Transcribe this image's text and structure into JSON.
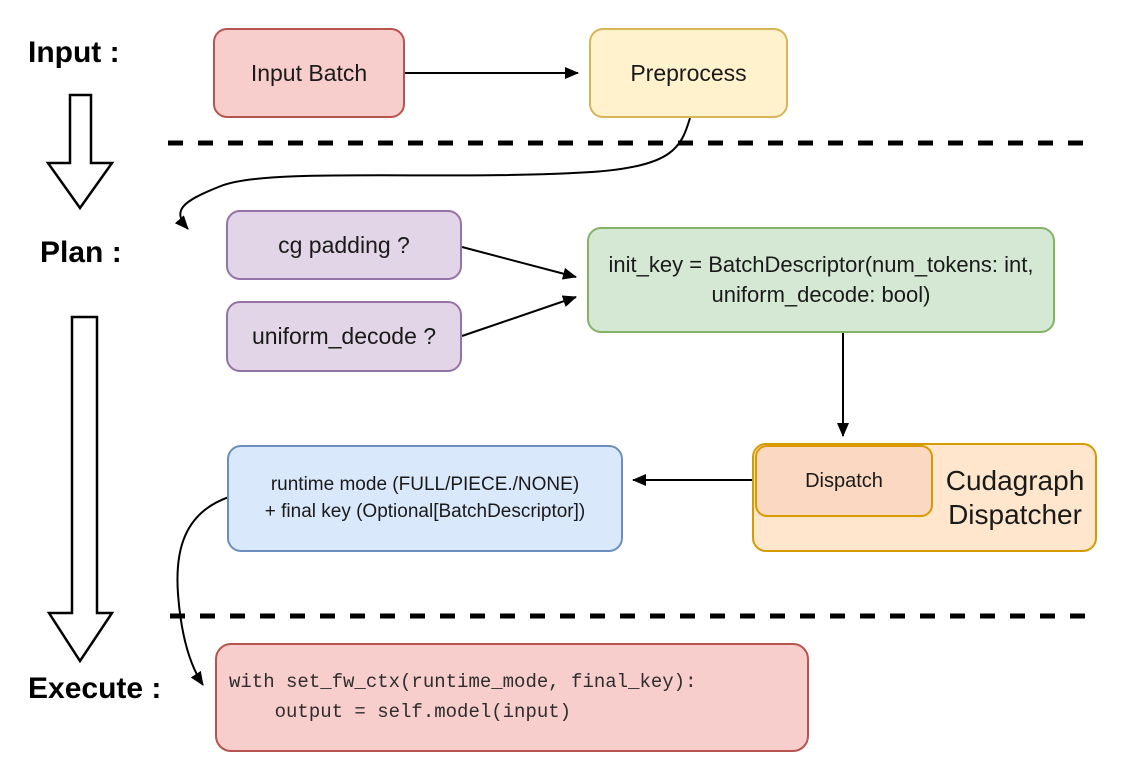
{
  "stages": {
    "input_label": "Input :",
    "plan_label": "Plan :",
    "execute_label": "Execute :"
  },
  "nodes": {
    "input_batch": {
      "label": "Input Batch"
    },
    "preprocess": {
      "label": "Preprocess"
    },
    "cg_padding": {
      "label": "cg padding ?"
    },
    "uniform_decode": {
      "label": "uniform_decode ?"
    },
    "init_key": {
      "line1": "init_key = BatchDescriptor(num_tokens: int,",
      "line2": "uniform_decode: bool)"
    },
    "dispatch": {
      "label": "Dispatch"
    },
    "cudagraph_dispatcher": {
      "line1": "Cudagraph",
      "line2": "Dispatcher"
    },
    "runtime_mode": {
      "line1": "runtime mode (FULL/PIECE./NONE)",
      "line2": "+ final key (Optional[BatchDescriptor])"
    },
    "execute_code": {
      "line1": "with set_fw_ctx(runtime_mode, final_key):",
      "line2": "    output = self.model(input)"
    }
  },
  "colors": {
    "red_fill": "#f8cecc",
    "red_stroke": "#b85450",
    "yellow_fill": "#fff2cc",
    "yellow_stroke": "#d6b656",
    "purple_fill": "#e1d5e7",
    "purple_stroke": "#9673a6",
    "green_fill": "#d5e8d4",
    "green_stroke": "#82b366",
    "blue_fill": "#dae8fc",
    "blue_stroke": "#6c8ebf",
    "orange_fill": "#ffe6cc",
    "orange_stroke": "#d79b00",
    "dispatch_fill": "#fbd8c1",
    "line_color": "#000000"
  }
}
